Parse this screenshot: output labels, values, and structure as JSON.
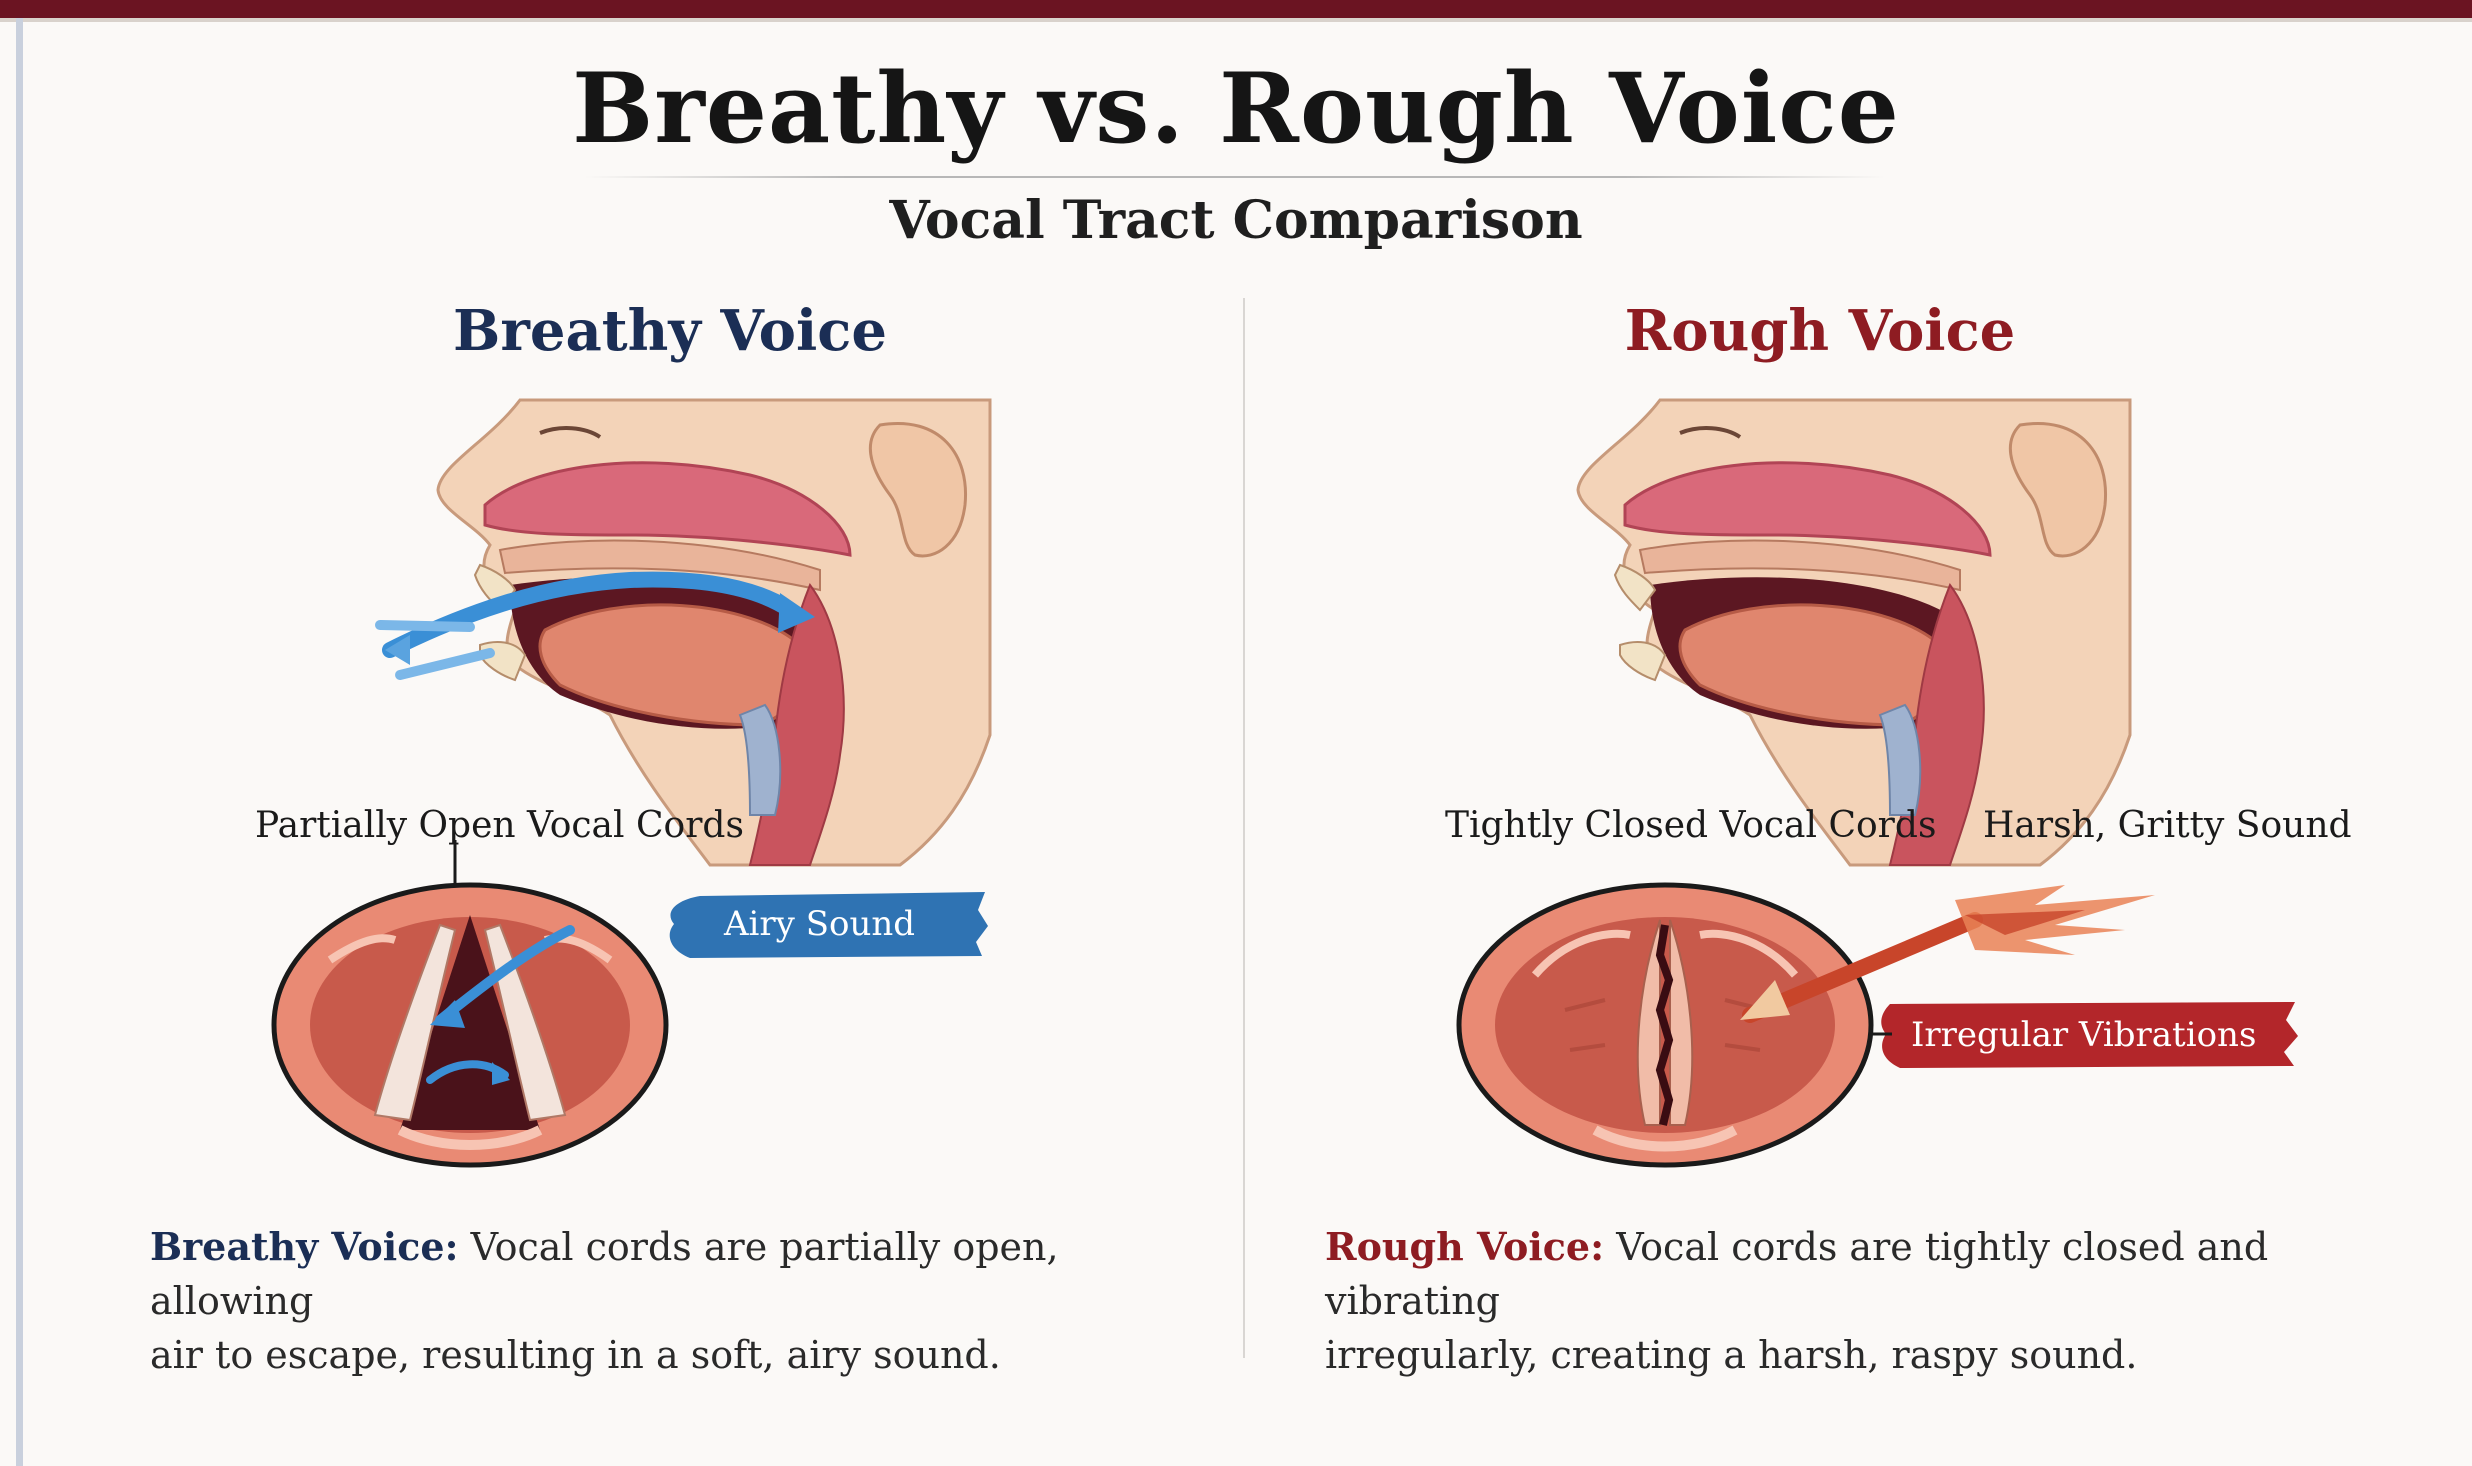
{
  "header": {
    "title": "Breathy vs. Rough Voice",
    "subtitle": "Vocal Tract Comparison"
  },
  "breathy": {
    "heading": "Breathy Voice",
    "cord_label": "Partially Open Vocal Cords",
    "sound_label": "Airy Sound",
    "desc_term": "Breathy Voice:",
    "desc_line1": "Vocal cords are partially open, allowing",
    "desc_line2": "air to escape, resulting in a soft, airy sound.",
    "accent_color": "#1b2e55",
    "arrow_color": "#3a8fd6"
  },
  "rough": {
    "heading": "Rough Voice",
    "cord_label": "Tightly Closed Vocal Cords",
    "sound_label": "Harsh, Gritty Sound",
    "vibration_label": "Irregular Vibrations",
    "desc_term": "Rough Voice:",
    "desc_line1": "Vocal cords are tightly closed and vibrating",
    "desc_line2": "irregularly, creating a harsh, raspy sound.",
    "accent_color": "#8e1c22",
    "arrow_color": "#c8452a"
  }
}
